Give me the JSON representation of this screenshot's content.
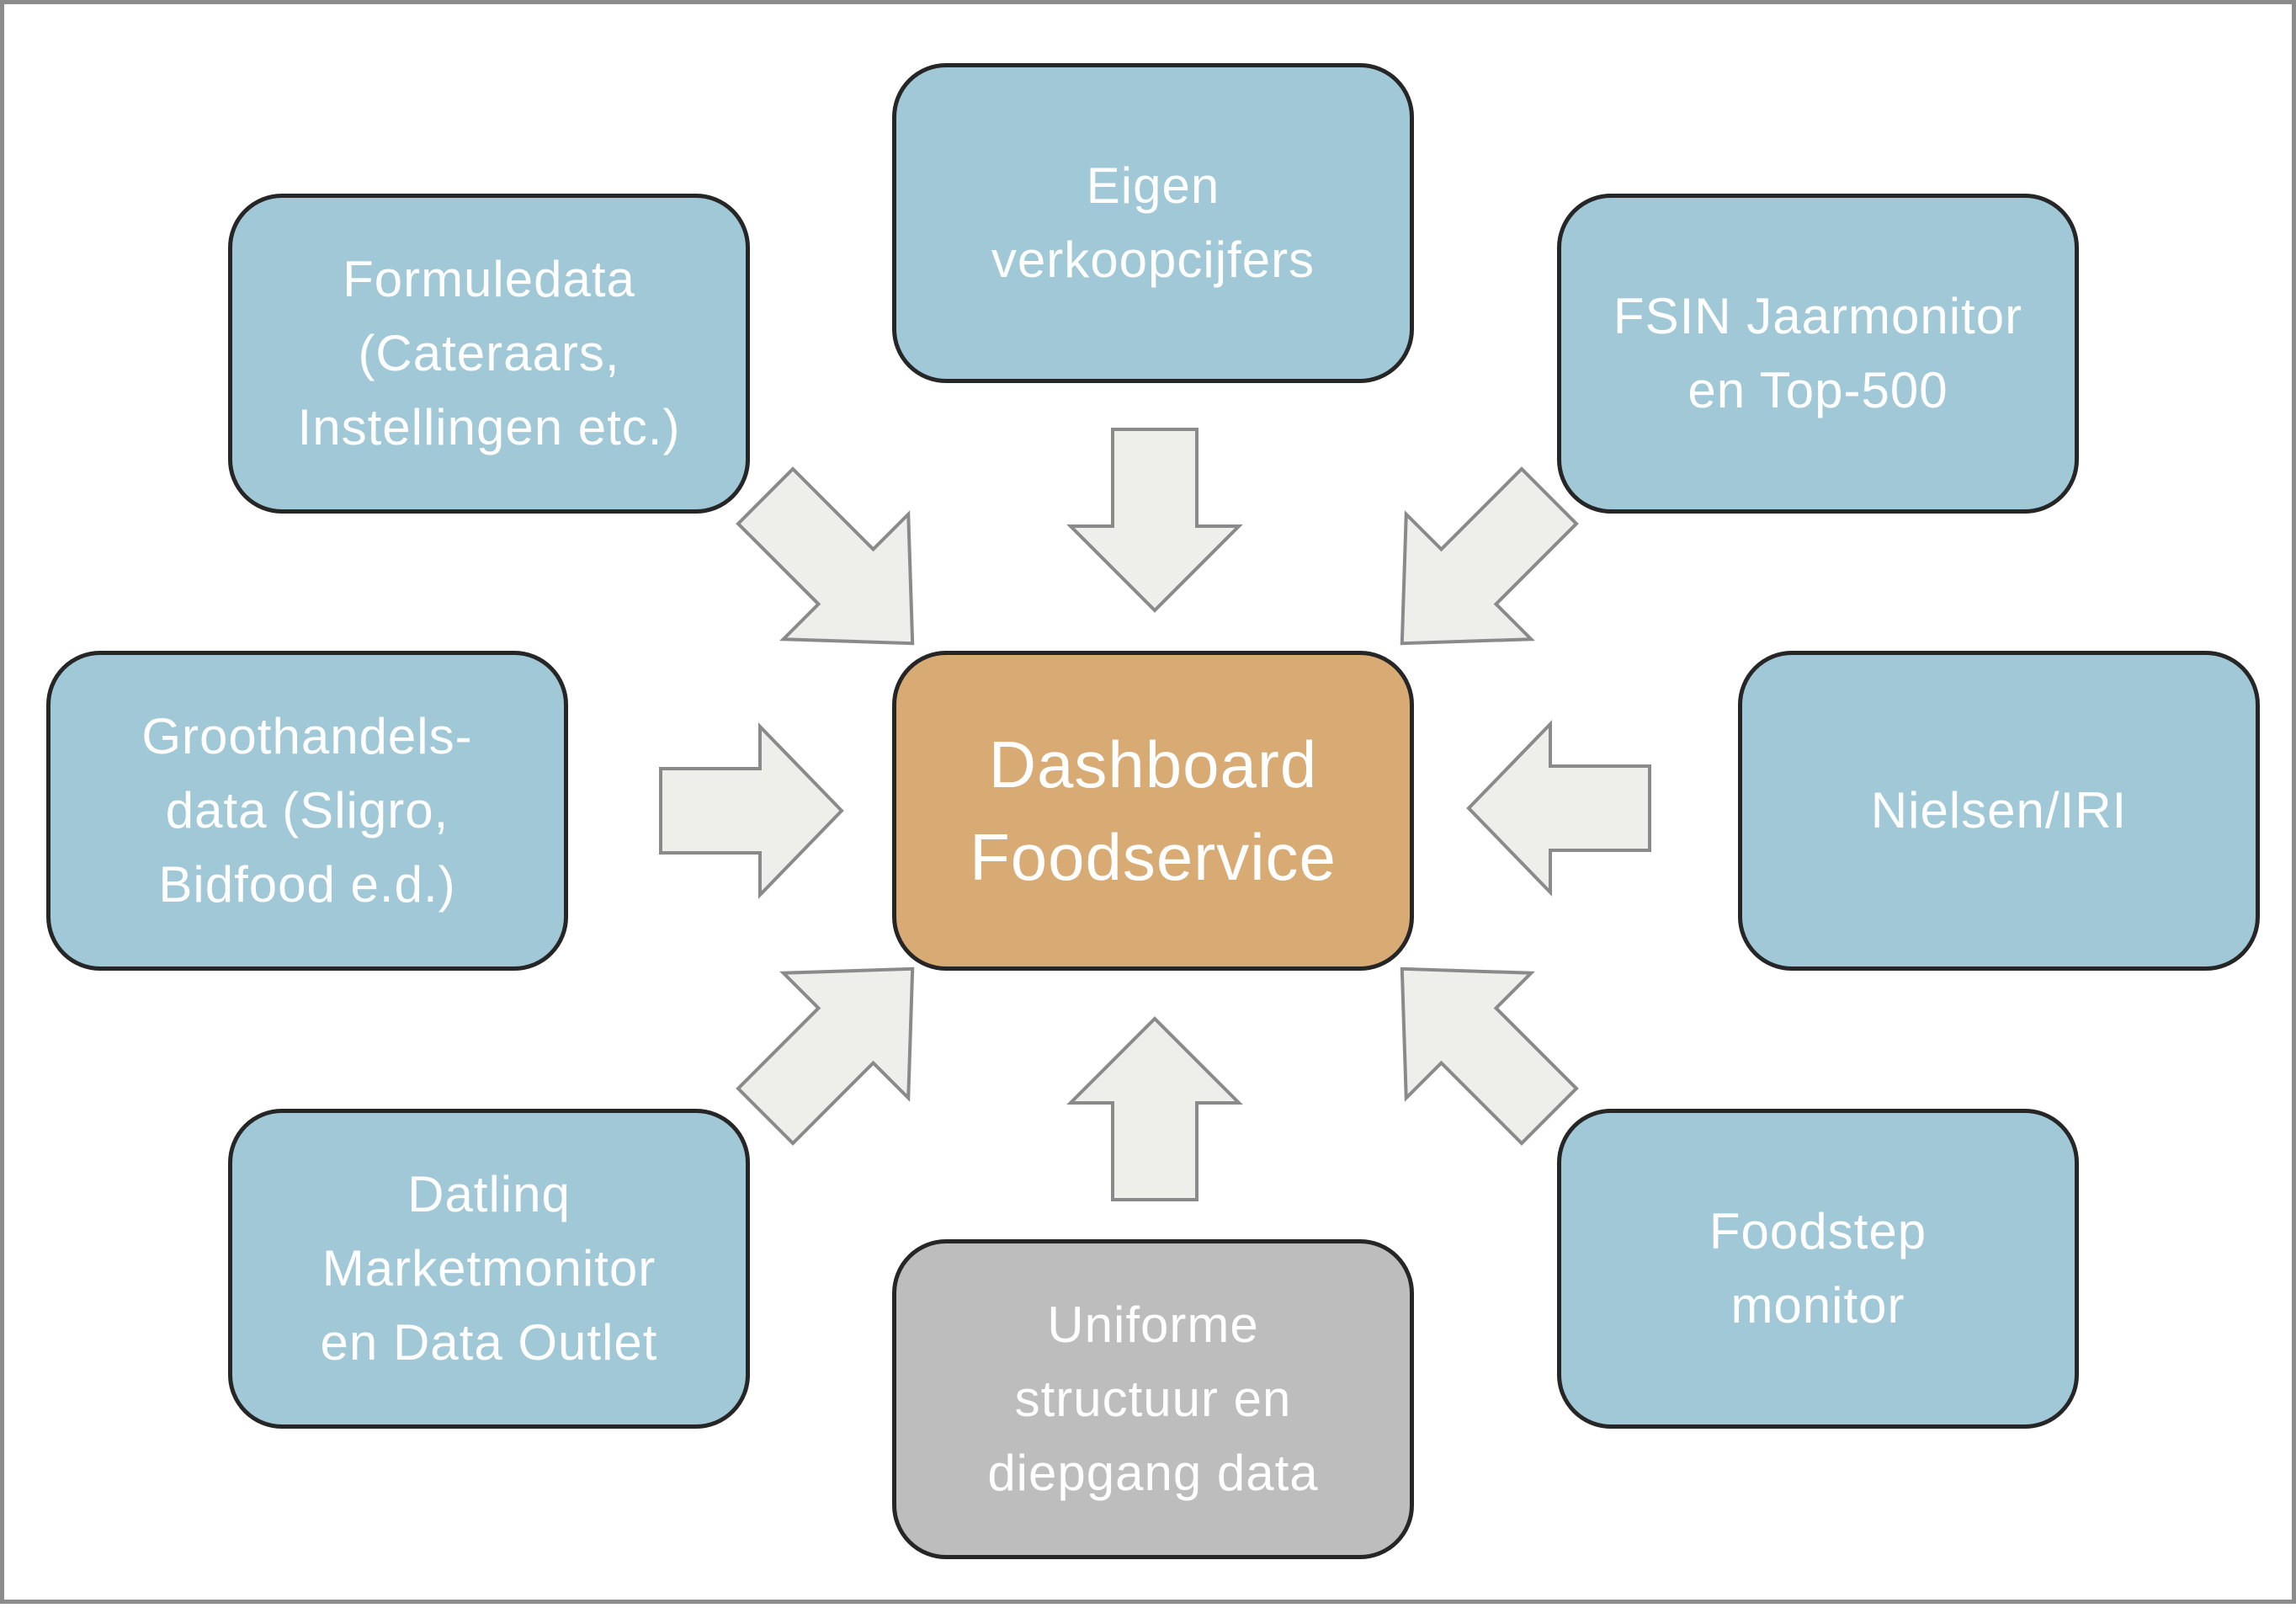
{
  "diagram": {
    "center": {
      "lines": [
        "Dashboard",
        "Foodservice"
      ],
      "fill": "#d8aa74"
    },
    "sources": [
      {
        "id": "eigen",
        "lines": [
          "Eigen",
          "verkoopcijfers"
        ],
        "fill": "#a0c8d6"
      },
      {
        "id": "formule",
        "lines": [
          "Formuledata",
          "(Cateraars,",
          "Instellingen etc.)"
        ],
        "fill": "#a0c8d6"
      },
      {
        "id": "fsin",
        "lines": [
          "FSIN Jaarmonitor",
          "en Top-500"
        ],
        "fill": "#a0c8d6"
      },
      {
        "id": "groothandel",
        "lines": [
          "Groothandels-",
          "data (Sligro,",
          "Bidfood e.d.)"
        ],
        "fill": "#a0c8d6"
      },
      {
        "id": "nielsen",
        "lines": [
          "Nielsen/IRI"
        ],
        "fill": "#a0c8d6"
      },
      {
        "id": "datlinq",
        "lines": [
          "Datlinq",
          "Marketmonitor",
          "en Data Outlet"
        ],
        "fill": "#a0c8d6"
      },
      {
        "id": "uniforme",
        "lines": [
          "Uniforme",
          "structuur en",
          "diepgang data"
        ],
        "fill": "#bdbdbd"
      },
      {
        "id": "foodstep",
        "lines": [
          "Foodstep",
          "monitor"
        ],
        "fill": "#a0c8d6"
      }
    ],
    "arrow_fill": "#eeeeea",
    "arrow_stroke": "#8a8a8a"
  }
}
